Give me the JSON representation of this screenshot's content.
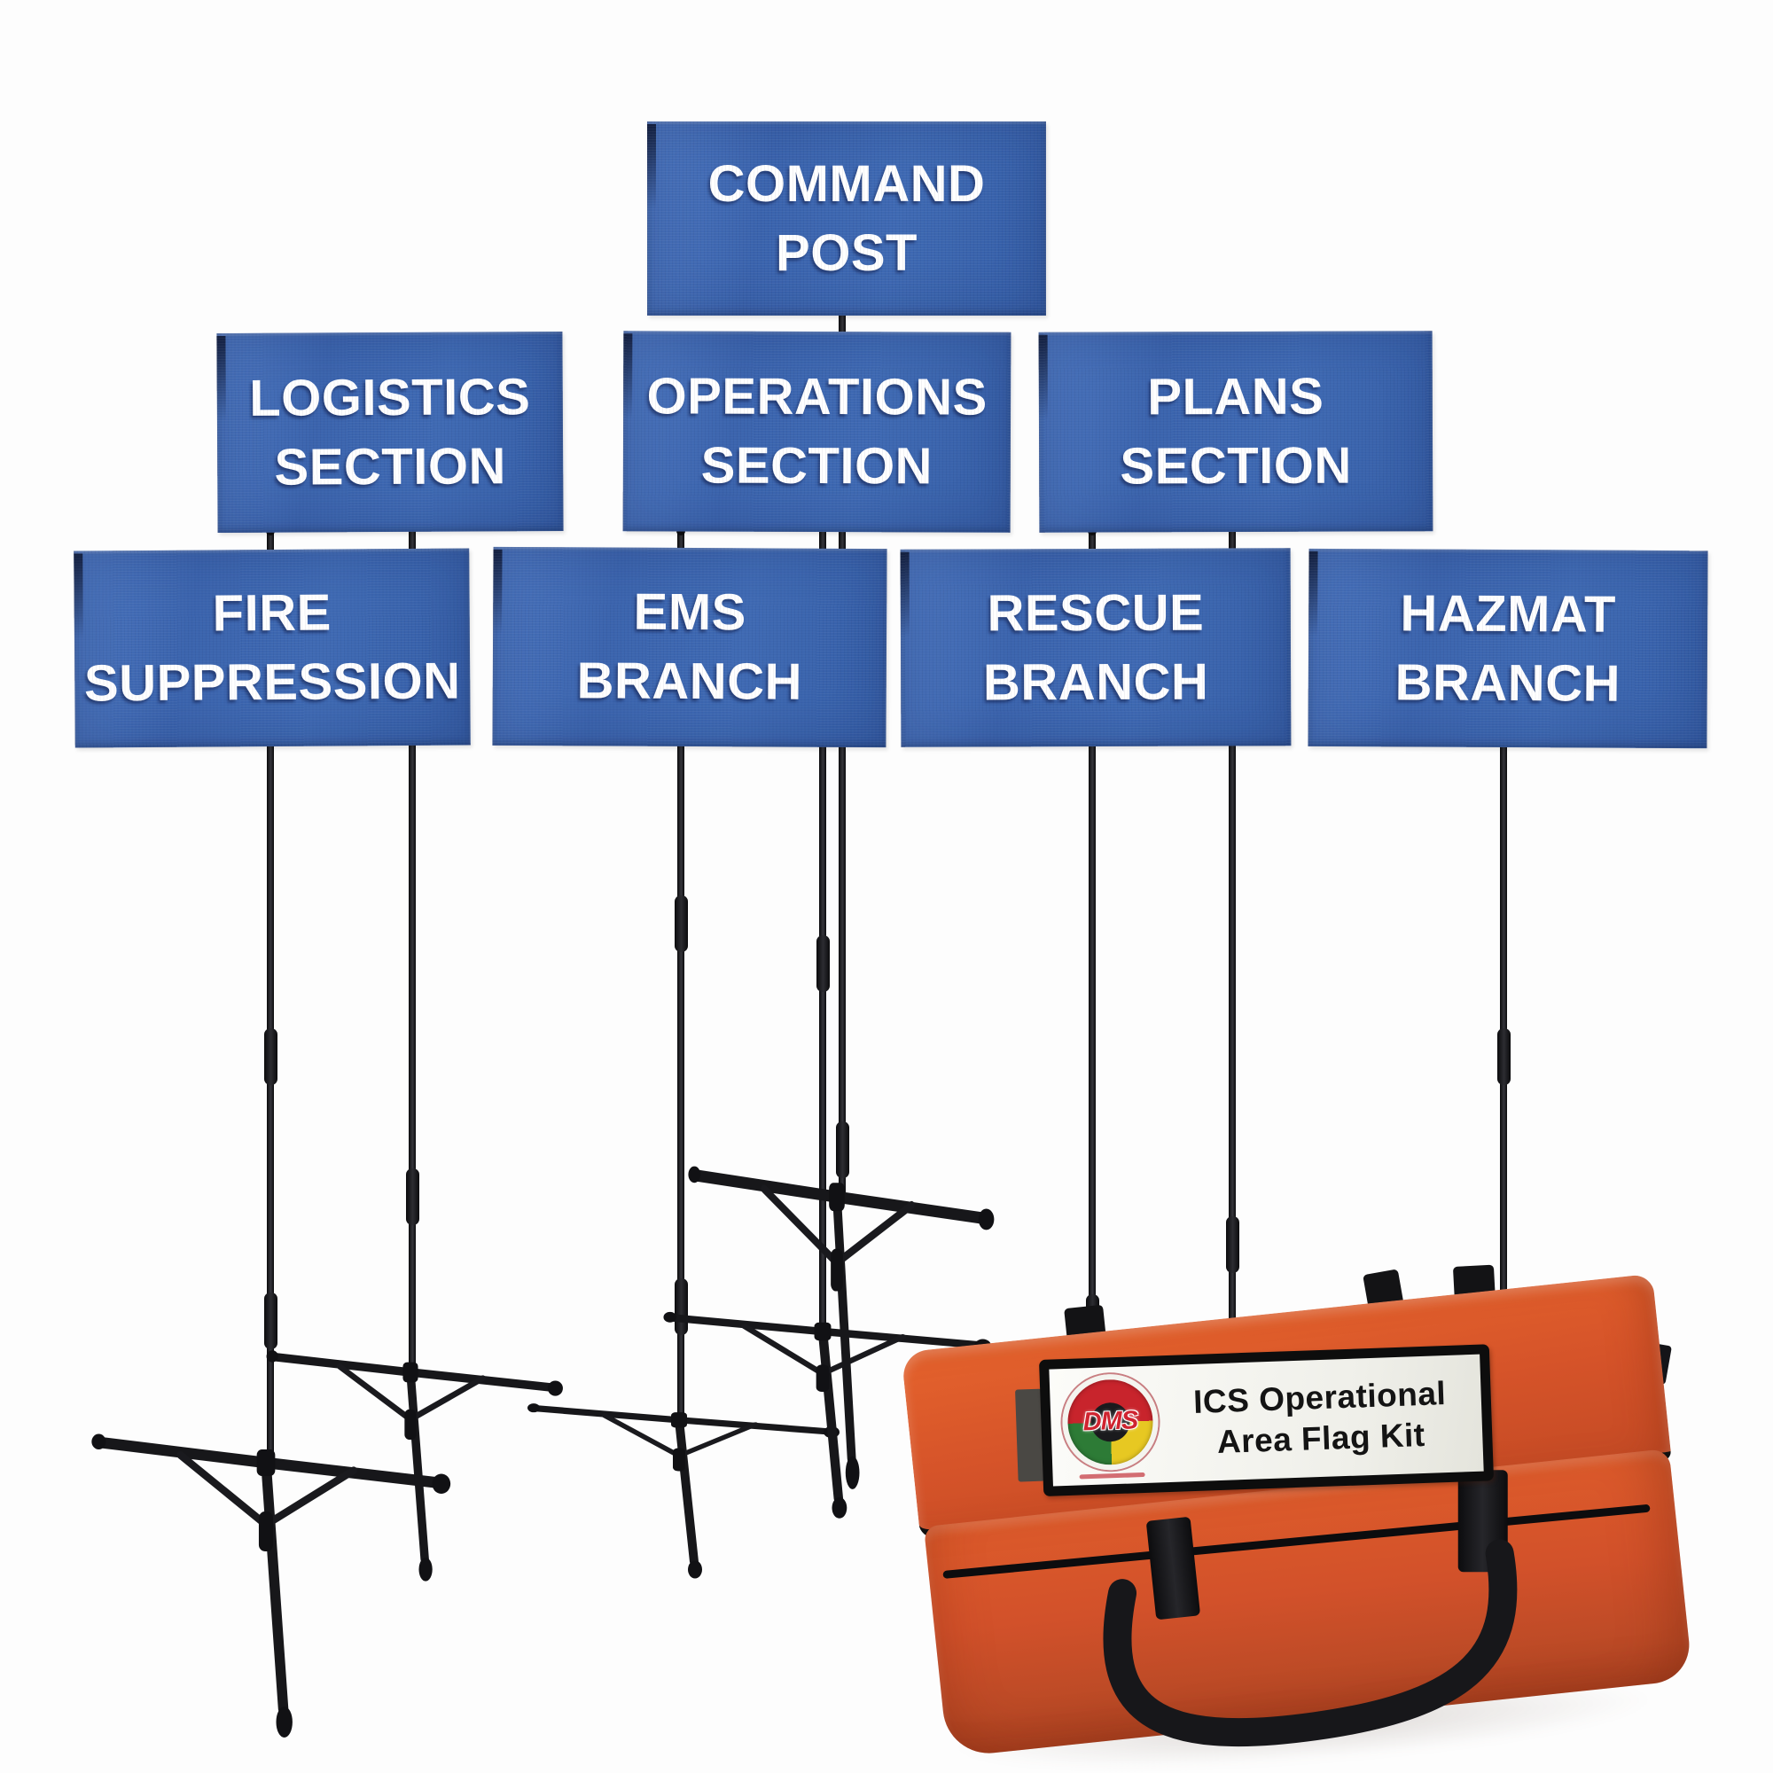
{
  "flags": {
    "command_post": {
      "line1": "COMMAND",
      "line2": "POST"
    },
    "logistics_section": {
      "line1": "LOGISTICS",
      "line2": "SECTION"
    },
    "operations_section": {
      "line1": "OPERATIONS",
      "line2": "SECTION"
    },
    "plans_section": {
      "line1": "PLANS",
      "line2": "SECTION"
    },
    "fire_suppression": {
      "line1": "FIRE",
      "line2": "SUPPRESSION"
    },
    "ems_branch": {
      "line1": "EMS",
      "line2": "BRANCH"
    },
    "rescue_branch": {
      "line1": "RESCUE",
      "line2": "BRANCH"
    },
    "hazmat_branch": {
      "line1": "HAZMAT",
      "line2": "BRANCH"
    }
  },
  "bag": {
    "label_line1": "ICS Operational",
    "label_line2": "Area Flag Kit",
    "logo_text": "DMS"
  },
  "colors": {
    "flag_blue": "#3e68b2",
    "flag_text": "#ffffff",
    "pole_black": "#151517",
    "bag_orange": "#d8552b",
    "label_background": "#f1f1ec",
    "label_text": "#161616",
    "logo_red": "#c8242c",
    "logo_green": "#2d7b36",
    "logo_yellow": "#e7c822",
    "background": "#fdfdfd"
  }
}
